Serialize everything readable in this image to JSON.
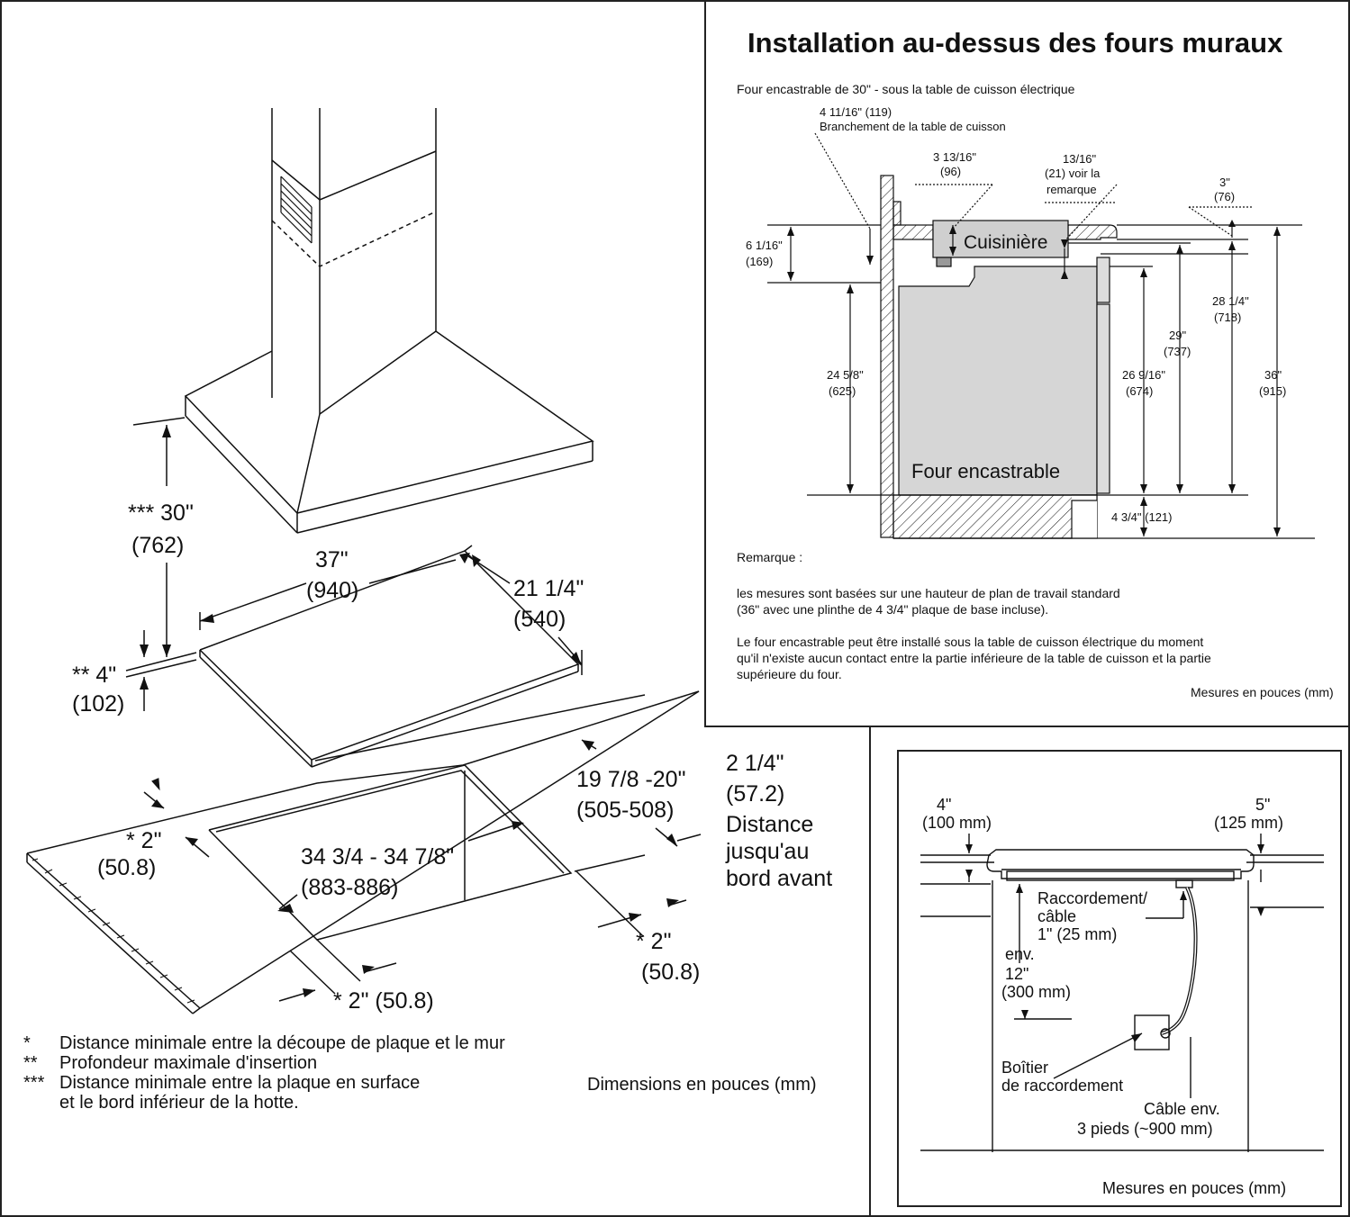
{
  "left": {
    "dim_hood_height": "*** 30\"",
    "dim_hood_height_mm": "(762)",
    "dim_width": "37\"",
    "dim_width_mm": "(940)",
    "dim_depth": "21 1/4\"",
    "dim_depth_mm": "(540)",
    "dim_insert": "** 4\"",
    "dim_insert_mm": "(102)",
    "dim_cutout_depth": "19 7/8 -20\"",
    "dim_cutout_depth_mm": "(505-508)",
    "dim_front_edge": "2 1/4\"",
    "dim_front_edge_mm": "(57.2)",
    "dim_front_edge_label_1": "Distance",
    "dim_front_edge_label_2": "jusqu'au",
    "dim_front_edge_label_3": "bord avant",
    "dim_left_wall": "* 2\"",
    "dim_left_wall_mm": "(50.8)",
    "dim_cutout_width": "34 3/4 - 34 7/8\"",
    "dim_cutout_width_mm": "(883-886)",
    "dim_right_wall": "* 2\"",
    "dim_right_wall_mm": "(50.8)",
    "dim_bottom_wall": "* 2\" (50.8)",
    "legend": [
      {
        "mark": "*",
        "text": "Distance minimale entre la découpe de plaque et le mur"
      },
      {
        "mark": "**",
        "text": "Profondeur maximale d'insertion"
      },
      {
        "mark": "***",
        "text": "Distance minimale entre la plaque en surface"
      },
      {
        "mark": "",
        "text": "et le bord inférieur de la hotte."
      }
    ],
    "units": "Dimensions en pouces (mm)"
  },
  "top_right": {
    "title": "Installation au-dessus des fours muraux",
    "subtitle": "Four encastrable de 30\" - sous la table de cuisson électrique",
    "dim_a": "4 11/16\" (119)",
    "dim_a_label": "Branchement de la table de cuisson",
    "dim_b": "3 13/16\"",
    "dim_b_mm": "(96)",
    "dim_c": "13/16\"",
    "dim_c_mm": "(21) voir la",
    "dim_c_label": "remarque",
    "dim_d": "3\"",
    "dim_d_mm": "(76)",
    "dim_e": "6 1/16\"",
    "dim_e_mm": "(169)",
    "cooktop_label": "Cuisinière",
    "dim_f": "28 1/4\"",
    "dim_f_mm": "(718)",
    "dim_g": "29\"",
    "dim_g_mm": "(737)",
    "dim_h": "24 5/8\"",
    "dim_h_mm": "(625)",
    "dim_i": "26 9/16\"",
    "dim_i_mm": "(674)",
    "dim_j": "36\"",
    "dim_j_mm": "(915)",
    "oven_label": "Four encastrable",
    "dim_k": "4 3/4\" (121)",
    "remark_title": "Remarque :",
    "remark_1a": "les mesures sont basées sur une hauteur de plan de travail standard",
    "remark_1b": "(36\" avec une plinthe de 4 3/4\" plaque de base incluse).",
    "remark_2a": "Le four encastrable peut être installé sous la table de cuisson électrique du moment",
    "remark_2b": "qu'il n'existe aucun contact entre la partie inférieure de la table de cuisson et la partie",
    "remark_2c": "supérieure du four.",
    "units": "Mesures en pouces (mm)"
  },
  "bottom_right": {
    "dim_left": "4\"",
    "dim_left_mm": "(100 mm)",
    "dim_right": "5\"",
    "dim_right_mm": "(125 mm)",
    "connection_1": "Raccordement/",
    "connection_2": "câble",
    "connection_3": "1\" (25 mm)",
    "env_1": "env.",
    "env_2": "12\"",
    "env_3": "(300 mm)",
    "box_1": "Boîtier",
    "box_2": "de raccordement",
    "cable_1": "Câble env.",
    "cable_2": "3 pieds (~900 mm)",
    "units": "Mesures en pouces (mm)"
  }
}
